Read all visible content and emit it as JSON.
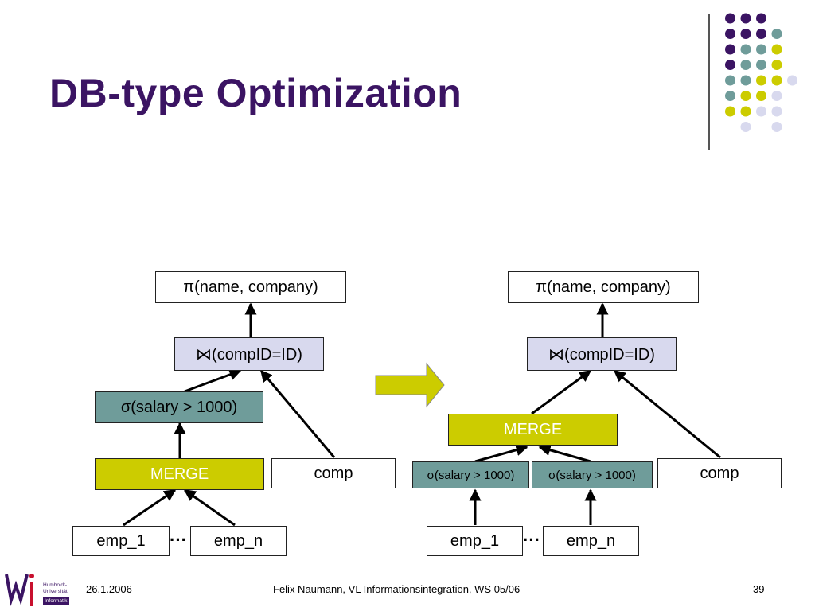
{
  "slide": {
    "title": "DB-type Optimization",
    "date": "26.1.2006",
    "author": "Felix Naumann, VL Informationsintegration, WS 05/06",
    "page_number": "39"
  },
  "logo": {
    "line1": "Humboldt-",
    "line2": "Universität",
    "tag": "Informatik"
  },
  "left_tree": {
    "projection": "π(name, company)",
    "join": "⋈(compID=ID)",
    "selection": "σ(salary > 1000)",
    "merge": "MERGE",
    "comp": "comp",
    "emp1": "emp_1",
    "ellipsis": "···",
    "empn": "emp_n"
  },
  "right_tree": {
    "projection": "π(name, company)",
    "join": "⋈(compID=ID)",
    "merge": "MERGE",
    "selection1": "σ(salary > 1000)",
    "selection2": "σ(salary > 1000)",
    "comp": "comp",
    "emp1": "emp_1",
    "ellipsis": "···",
    "empn": "emp_n"
  },
  "colors": {
    "title": "#3b1463",
    "join_box": "#d8d9ee",
    "selection_box": "#6f9c9a",
    "merge_box": "#cccc00",
    "transform_arrow": "#cccc00"
  }
}
